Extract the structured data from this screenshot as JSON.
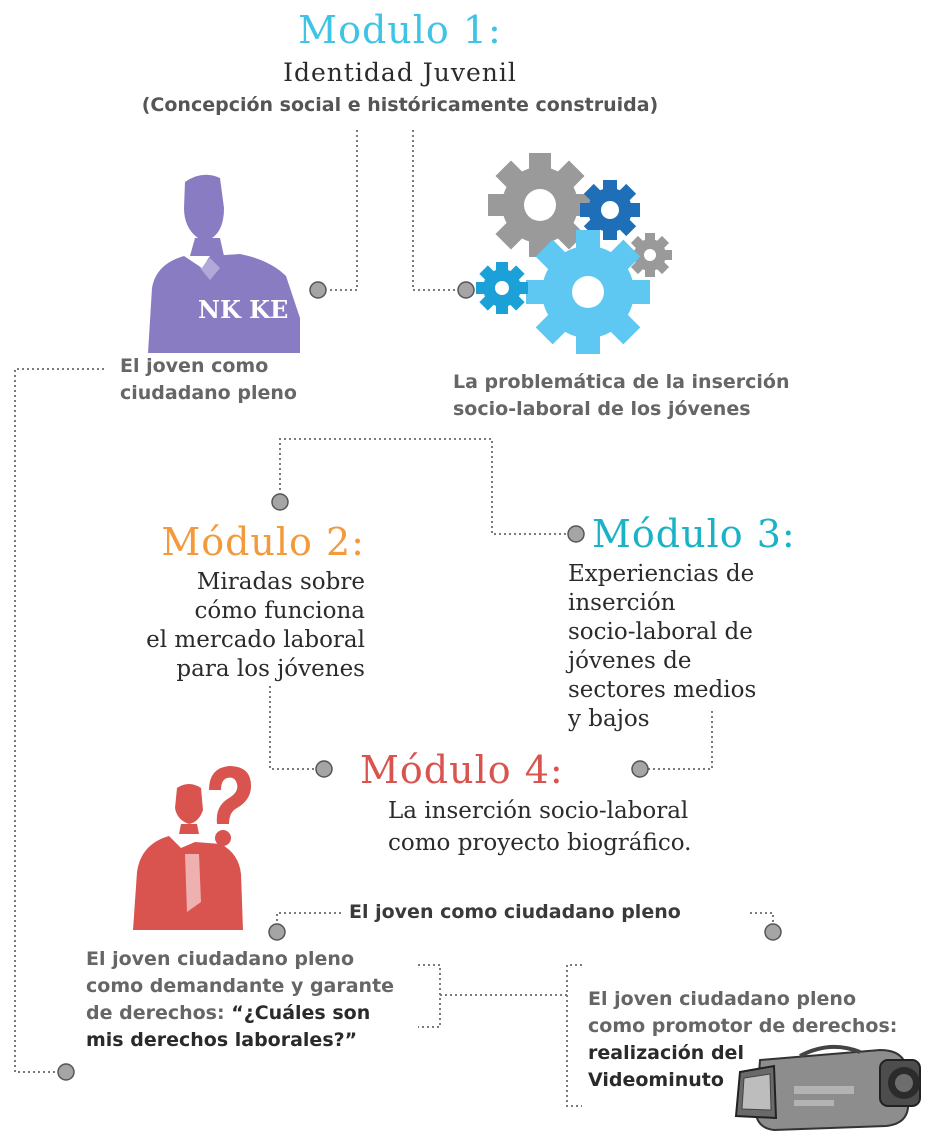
{
  "colors": {
    "modulo1": "#3fc4e6",
    "modulo2": "#f39a3c",
    "modulo3": "#1ab3c6",
    "modulo4": "#d9534f",
    "youth_figure": "#8a7cc3",
    "question_figure": "#d9534f",
    "connector": "#7a7a7a"
  },
  "modulo1": {
    "title": "Modulo 1:",
    "subtitle": "Identidad Juvenil",
    "note": "(Concepción social e históricamente construida)"
  },
  "topic_joven": {
    "line1": "El joven como",
    "line2": "ciudadano pleno",
    "icon": "youth-silhouette-icon",
    "shirt_text": "NK KE"
  },
  "topic_problematica": {
    "line1": "La problemática de la inserción",
    "line2": "socio-laboral de los jóvenes",
    "icon": "gears-icon"
  },
  "modulo2": {
    "title": "Módulo 2:",
    "lines": [
      "Miradas sobre",
      "cómo funciona",
      "el mercado laboral",
      "para los jóvenes"
    ]
  },
  "modulo3": {
    "title": "Módulo 3:",
    "lines": [
      "Experiencias de",
      "inserción",
      "socio-laboral de",
      "jóvenes de",
      "sectores medios",
      "y bajos"
    ]
  },
  "modulo4": {
    "title": "Módulo 4:",
    "line1": "La inserción socio-laboral",
    "line2": "como proyecto biográfico.",
    "line3": "El joven como ciudadano pleno"
  },
  "bottom_left": {
    "line1": "El joven ciudadano pleno",
    "line2": "como demandante y garante",
    "line3_prefix": "de derechos: ",
    "line3_quote": "“¿Cuáles son",
    "line4": "mis derechos laborales?”",
    "icon": "question-person-icon"
  },
  "bottom_right": {
    "line1": "El joven ciudadano pleno",
    "line2": "como promotor de derechos:",
    "line3": "realización del",
    "line4": "Videominuto",
    "icon": "video-camera-icon"
  }
}
